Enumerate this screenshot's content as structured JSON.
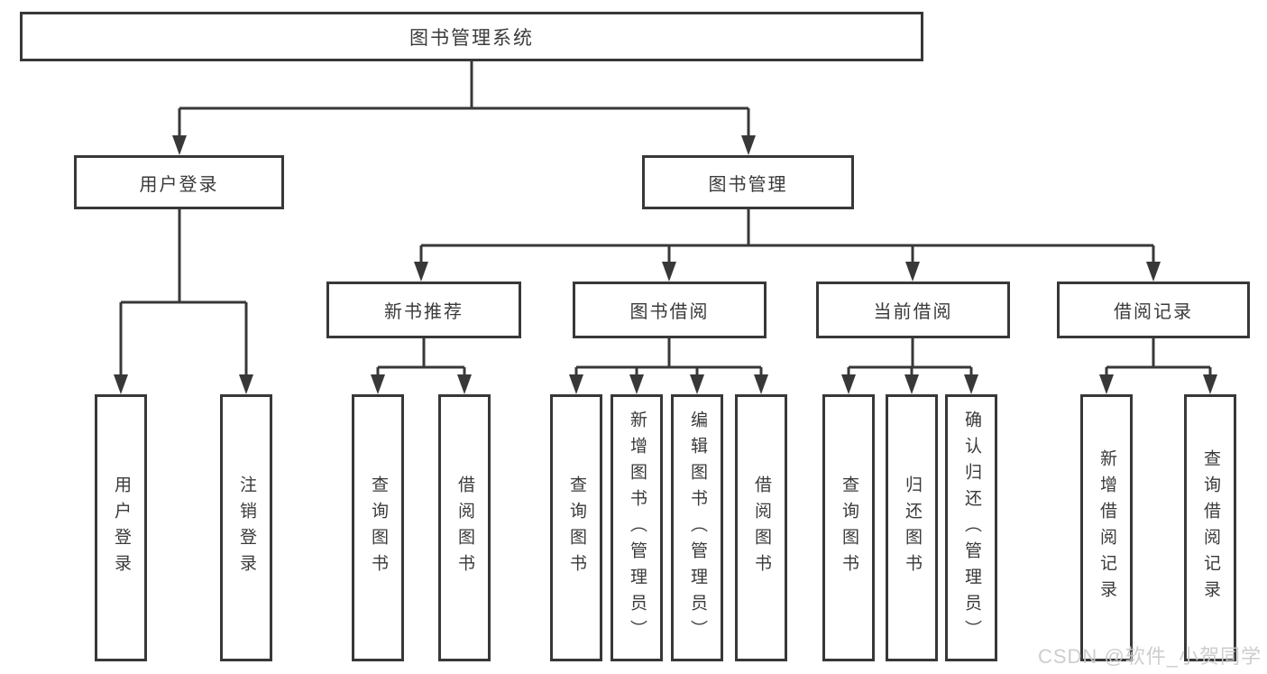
{
  "colors": {
    "bg": "#ffffff",
    "line": "#383838",
    "text": "#3a3a3a",
    "watermark": "#c9c9c9"
  },
  "tree": {
    "root": {
      "label": "图书管理系统"
    },
    "branches": [
      {
        "label": "用户登录",
        "children": [
          {
            "label": "用户登录"
          },
          {
            "label": "注销登录"
          }
        ]
      },
      {
        "label": "图书管理",
        "groups": [
          {
            "label": "新书推荐",
            "children": [
              {
                "label": "查询图书"
              },
              {
                "label": "借阅图书"
              }
            ]
          },
          {
            "label": "图书借阅",
            "children": [
              {
                "label": "查询图书"
              },
              {
                "label": "新增图书（管理员）"
              },
              {
                "label": "编辑图书（管理员）"
              },
              {
                "label": "借阅图书"
              }
            ]
          },
          {
            "label": "当前借阅",
            "children": [
              {
                "label": "查询图书"
              },
              {
                "label": "归还图书"
              },
              {
                "label": "确认归还（管理员）"
              }
            ]
          },
          {
            "label": "借阅记录",
            "children": [
              {
                "label": "新增借阅记录"
              },
              {
                "label": "查询借阅记录"
              }
            ]
          }
        ]
      }
    ]
  },
  "watermark": {
    "text": "CSDN @软件_小贺同学"
  }
}
